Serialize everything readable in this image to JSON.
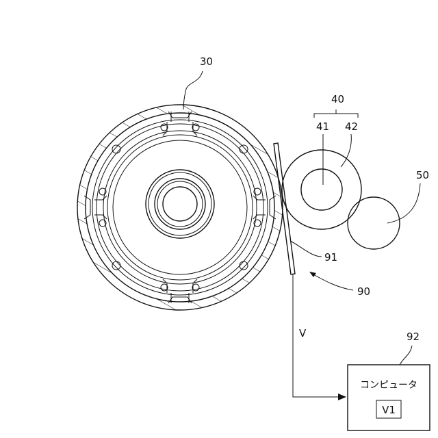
{
  "labels": {
    "drum": "30",
    "roller_unit": "40",
    "roller_core": "41",
    "roller_layer": "42",
    "second_roller": "50",
    "probe": "91",
    "device": "90",
    "computer_ref": "92",
    "signal": "V",
    "computer_name": "コンピュータ",
    "value_box": "V1"
  }
}
